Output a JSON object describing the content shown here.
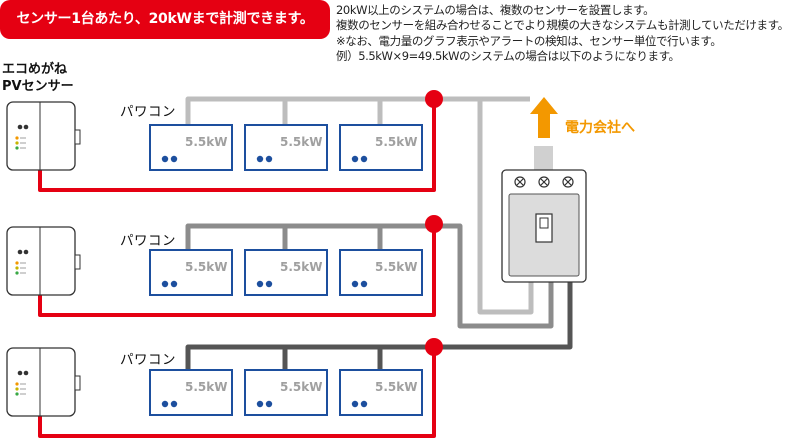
{
  "banner": {
    "text": "センサー1台あたり、20kWまで計測できます。"
  },
  "notes": [
    "20kW以上のシステムの場合は、複数のセンサーを設置します。",
    "複数のセンサーを組み合わせることでより規模の大きなシステムも計測していただけます。",
    "※なお、電力量のグラフ表示やアラートの検知は、センサー単位で行います。",
    "例）5.5kW×9=49.5kWのシステムの場合は以下のようになります。"
  ],
  "sensor": {
    "title_line1": "エコめがね",
    "title_line2": "PVセンサー"
  },
  "rows": [
    {
      "label": "パワコン",
      "inverters": [
        "5.5kW",
        "5.5kW",
        "5.5kW"
      ]
    },
    {
      "label": "パワコン",
      "inverters": [
        "5.5kW",
        "5.5kW",
        "5.5kW"
      ]
    },
    {
      "label": "パワコン",
      "inverters": [
        "5.5kW",
        "5.5kW",
        "5.5kW"
      ]
    }
  ],
  "utility": {
    "label": "電力会社へ"
  },
  "colors": {
    "red": "#e50012",
    "inverter_border": "#1d4f9e",
    "inverter_dot": "#1d4f9e",
    "wire_light": "#bdbdbd",
    "wire_mid": "#8c8c8c",
    "wire_dark": "#555555",
    "arrow": "#f39800"
  }
}
